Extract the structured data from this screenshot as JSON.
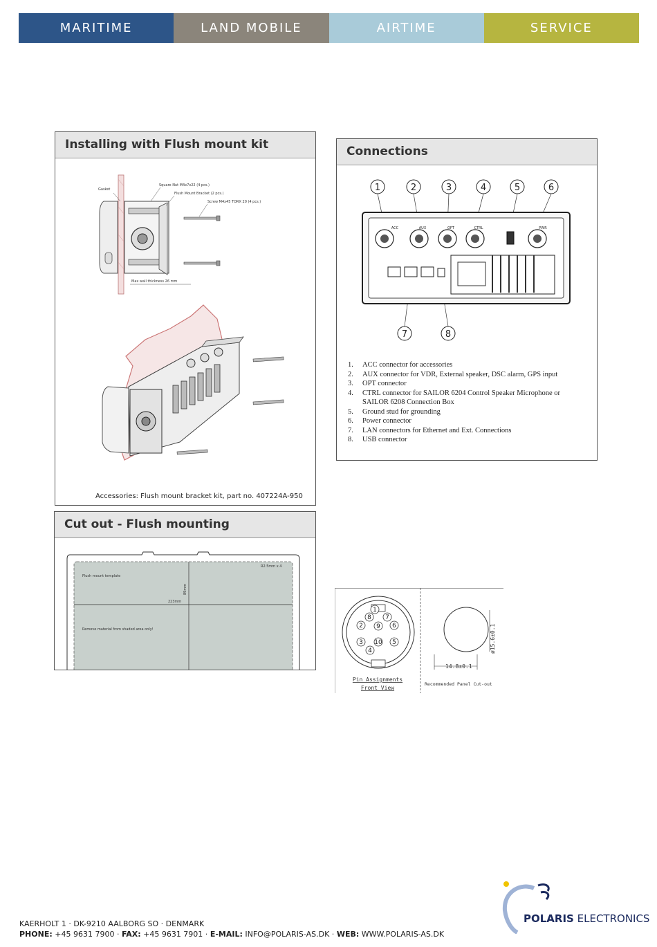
{
  "nav": [
    {
      "label": "MARITIME",
      "color": "#2d5588"
    },
    {
      "label": "LAND MOBILE",
      "color": "#8b857b"
    },
    {
      "label": "AIRTIME",
      "color": "#a9cbd9"
    },
    {
      "label": "SERVICE",
      "color": "#b6b540"
    }
  ],
  "flush_panel": {
    "title": "Installing with Flush mount kit",
    "labels": {
      "gasket": "Gasket",
      "square_nut": "Square Nut M4x7x22 (4 pcs.)",
      "bracket": "Flush Mount Bracket (2 pcs.)",
      "screw": "Screw M4x45 TORX 20 (4 pcs.)",
      "wall": "Max wall thickness 26 mm"
    },
    "caption": "Accessories: Flush mount bracket kit, part no. 407224A-950"
  },
  "connections_panel": {
    "title": "Connections",
    "callouts": [
      "1",
      "2",
      "3",
      "4",
      "5",
      "6",
      "7",
      "8"
    ],
    "port_labels": [
      "ACC",
      "AUX",
      "OPT",
      "CTRL",
      "PWR"
    ],
    "items": [
      {
        "num": "1.",
        "text": "ACC connector for accessories"
      },
      {
        "num": "2.",
        "text": "AUX connector for VDR, External speaker, DSC alarm, GPS input"
      },
      {
        "num": "3.",
        "text": "OPT connector"
      },
      {
        "num": "4.",
        "text": "CTRL connector for SAILOR 6204 Control Speaker Microphone or SAILOR 6208 Connection Box"
      },
      {
        "num": "5.",
        "text": "Ground stud for grounding"
      },
      {
        "num": "6.",
        "text": "Power connector"
      },
      {
        "num": "7.",
        "text": "LAN connectors for Ethernet and Ext. Connections"
      },
      {
        "num": "8.",
        "text": "USB connector"
      }
    ]
  },
  "cutout_panel": {
    "title": "Cut out - Flush mounting",
    "template_label": "Flush mount template",
    "radius_label": "R2.5mm x 4",
    "width_label": "223mm",
    "height_label": "89mm",
    "remove_label": "Remove material from shaded area only!"
  },
  "pin_figure": {
    "pins": [
      "1",
      "2",
      "3",
      "4",
      "5",
      "6",
      "7",
      "8",
      "9",
      "10"
    ],
    "pin_caption_1": "Pin Assignments",
    "pin_caption_2": "Front View",
    "diameter_label": "ø15.6±0.1",
    "width_label": "14.8±0.1",
    "cutout_caption": "Recommended Panel Cut-out"
  },
  "footer": {
    "address": "KAERHOLT 1 · DK-9210 AALBORG SO · DENMARK",
    "phone_label": "PHONE:",
    "phone": "+45 9631 7900",
    "fax_label": "FAX:",
    "fax": "+45 9631 7901",
    "email_label": "E-MAIL:",
    "email": "INFO@POLARIS-AS.DK",
    "web_label": "WEB:",
    "web": "WWW.POLARIS-AS.DK"
  },
  "logo": {
    "brand": "POLARIS",
    "suffix": "ELECTRONICS"
  }
}
